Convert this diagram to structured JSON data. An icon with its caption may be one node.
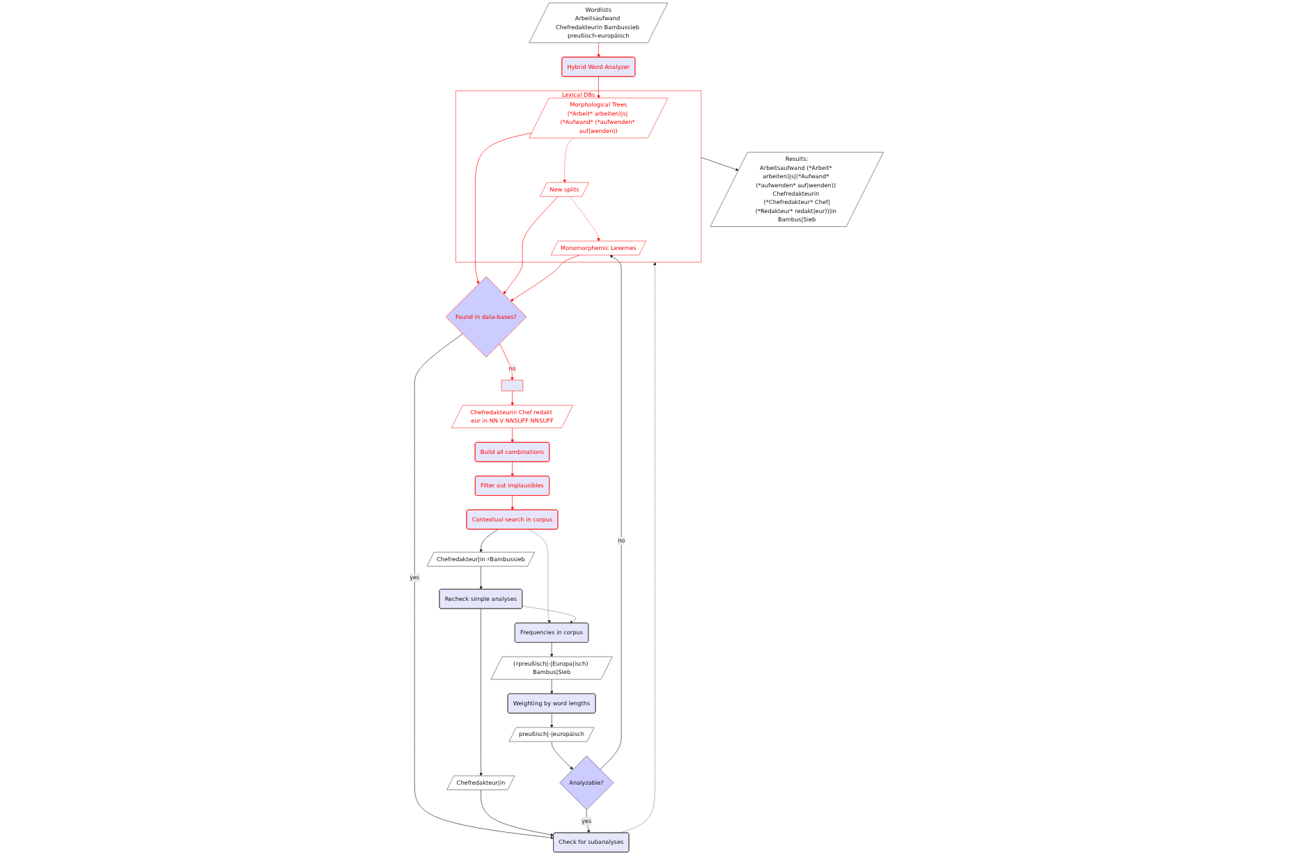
{
  "diagram": {
    "nodes": [
      {
        "text": [
          "Wordlists",
          "Arbeitsaufwand Chefredakteurin Bambussieb preußisch-europäisch"
        ]
      },
      {
        "text": [
          "Results:",
          "Arbeitsaufwand (*Arbeit* arbeiten)|s|(*Aufwand* (*aufwenden* auf|wenden)) Chefredakteurin (*Chefredakteur* Chef|(*Redakteur* redakt|eur))|in Bambus|Sieb"
        ]
      },
      {
        "text": [
          "Hybrid Word Analyzer"
        ]
      },
      {
        "text": [
          "Lexical DBs"
        ]
      },
      {
        "text": [
          "Morphological Trees",
          "(*Arbeit* arbeiten)|s| (*Aufwand* (*aufwenden* auf|wenden))"
        ],
        "in": 3
      },
      {
        "text": [
          "New splits"
        ],
        "in": 3
      },
      {
        "text": [
          "Monomorphemic Lexemes"
        ],
        "in": 3
      },
      {
        "text": [
          "Found in data-bases?"
        ]
      },
      {
        "text": [],
        "shape": "box"
      },
      {
        "text": [
          "Chefredakteurin Chef redakt eur in NN V NNSUFF NNSUFF"
        ]
      },
      {
        "text": [
          "Build all combinations"
        ]
      },
      {
        "text": [
          "Filter out implausibles"
        ]
      },
      {
        "text": [
          "Contextual search in corpus"
        ]
      },
      {
        "text": [
          "Chefredakteur|in ♯Bambussieb"
        ]
      },
      {
        "text": [
          "Chefredakteur|in"
        ]
      },
      {
        "text": [
          "Check for subanalyses"
        ]
      },
      {
        "text": [
          "Recheck simple analyses"
        ]
      },
      {
        "text": [
          "Frequencies in corpus"
        ]
      },
      {
        "text": [
          "Analyzable?"
        ]
      },
      {
        "text": [
          "preußisch|-|europäisch"
        ]
      },
      {
        "text": [
          "Weighting by word lengths"
        ]
      },
      {
        "text": [
          "(♯preußisch|-|Europa|isch) Bambus|Sieb"
        ]
      }
    ],
    "edges": [
      {
        "from": 0,
        "to": 2,
        "arrow": "to",
        "color": "#ff0000"
      },
      {
        "from": 2,
        "to": 4,
        "arrow": "to",
        "color": "#ff0000"
      },
      {
        "from": 4,
        "to": 5,
        "arrow": "to",
        "style": "dashed",
        "color": "#ff0000"
      },
      {
        "from": 5,
        "to": 6,
        "arrow": "to",
        "style": "dashed",
        "color": "#ff0000"
      },
      {
        "from": 4,
        "to": 7,
        "arrow": "to",
        "color": "#ff0000"
      },
      {
        "from": 5,
        "to": 7,
        "arrow": "to",
        "color": "#ff0000"
      },
      {
        "from": 6,
        "to": 7,
        "arrow": "to",
        "color": "#ff0000"
      },
      {
        "from": 3,
        "to": 1,
        "arrow": "to"
      },
      {
        "from": 7,
        "to": 8,
        "arrow": "to",
        "label": "no",
        "color": "#ff0000"
      },
      {
        "from": 7,
        "to": 15,
        "arrow": "to",
        "label": "yes"
      },
      {
        "from": 8,
        "to": 9,
        "arrow": "to",
        "color": "#ff0000"
      },
      {
        "from": 9,
        "to": 10,
        "arrow": "to",
        "color": "#ff0000"
      },
      {
        "from": 10,
        "to": 11,
        "arrow": "to",
        "color": "#ff0000"
      },
      {
        "from": 11,
        "to": 12,
        "arrow": "to",
        "color": "#ff0000"
      },
      {
        "from": 12,
        "to": 13,
        "arrow": "to"
      },
      {
        "from": 12,
        "to": 17,
        "arrow": "to",
        "style": "dashed"
      },
      {
        "from": 13,
        "to": 16,
        "arrow": "to"
      },
      {
        "from": 16,
        "to": 14,
        "arrow": "to"
      },
      {
        "from": 14,
        "to": 15,
        "arrow": "to"
      },
      {
        "from": 16,
        "to": 17,
        "arrow": "to",
        "style": "dashed"
      },
      {
        "from": 17,
        "to": 21,
        "arrow": "to"
      },
      {
        "from": 21,
        "to": 20,
        "arrow": "to"
      },
      {
        "from": 20,
        "to": 19,
        "arrow": "to"
      },
      {
        "from": 19,
        "to": 18,
        "arrow": "to"
      },
      {
        "from": 18,
        "to": 15,
        "arrow": "to",
        "label": "yes"
      },
      {
        "from": 18,
        "to": 6,
        "arrow": "to",
        "label": "no"
      },
      {
        "from": 15,
        "to": 3,
        "arrow": "to",
        "style": "dashed"
      }
    ]
  }
}
